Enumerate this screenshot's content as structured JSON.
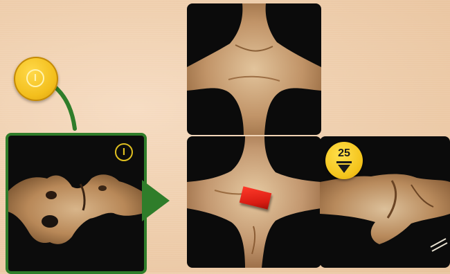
{
  "token": {
    "symbol": "I",
    "color": "#f3bf1d"
  },
  "selected_card": {
    "badge_symbol": "I",
    "border_color": "#2f7d2a"
  },
  "tiles": [
    {
      "id": "top",
      "paths": [
        "north",
        "south",
        "west",
        "east"
      ]
    },
    {
      "id": "center",
      "paths": [
        "north",
        "south",
        "west",
        "east"
      ]
    },
    {
      "id": "right",
      "paths": [
        "west",
        "east"
      ]
    }
  ],
  "depth_badge": {
    "value": "25",
    "icon": "down-arrow-icon"
  },
  "player_marker": {
    "color": "#e0241a",
    "tile": "center"
  },
  "placement_arrow": {
    "color": "#2f7d2a"
  }
}
